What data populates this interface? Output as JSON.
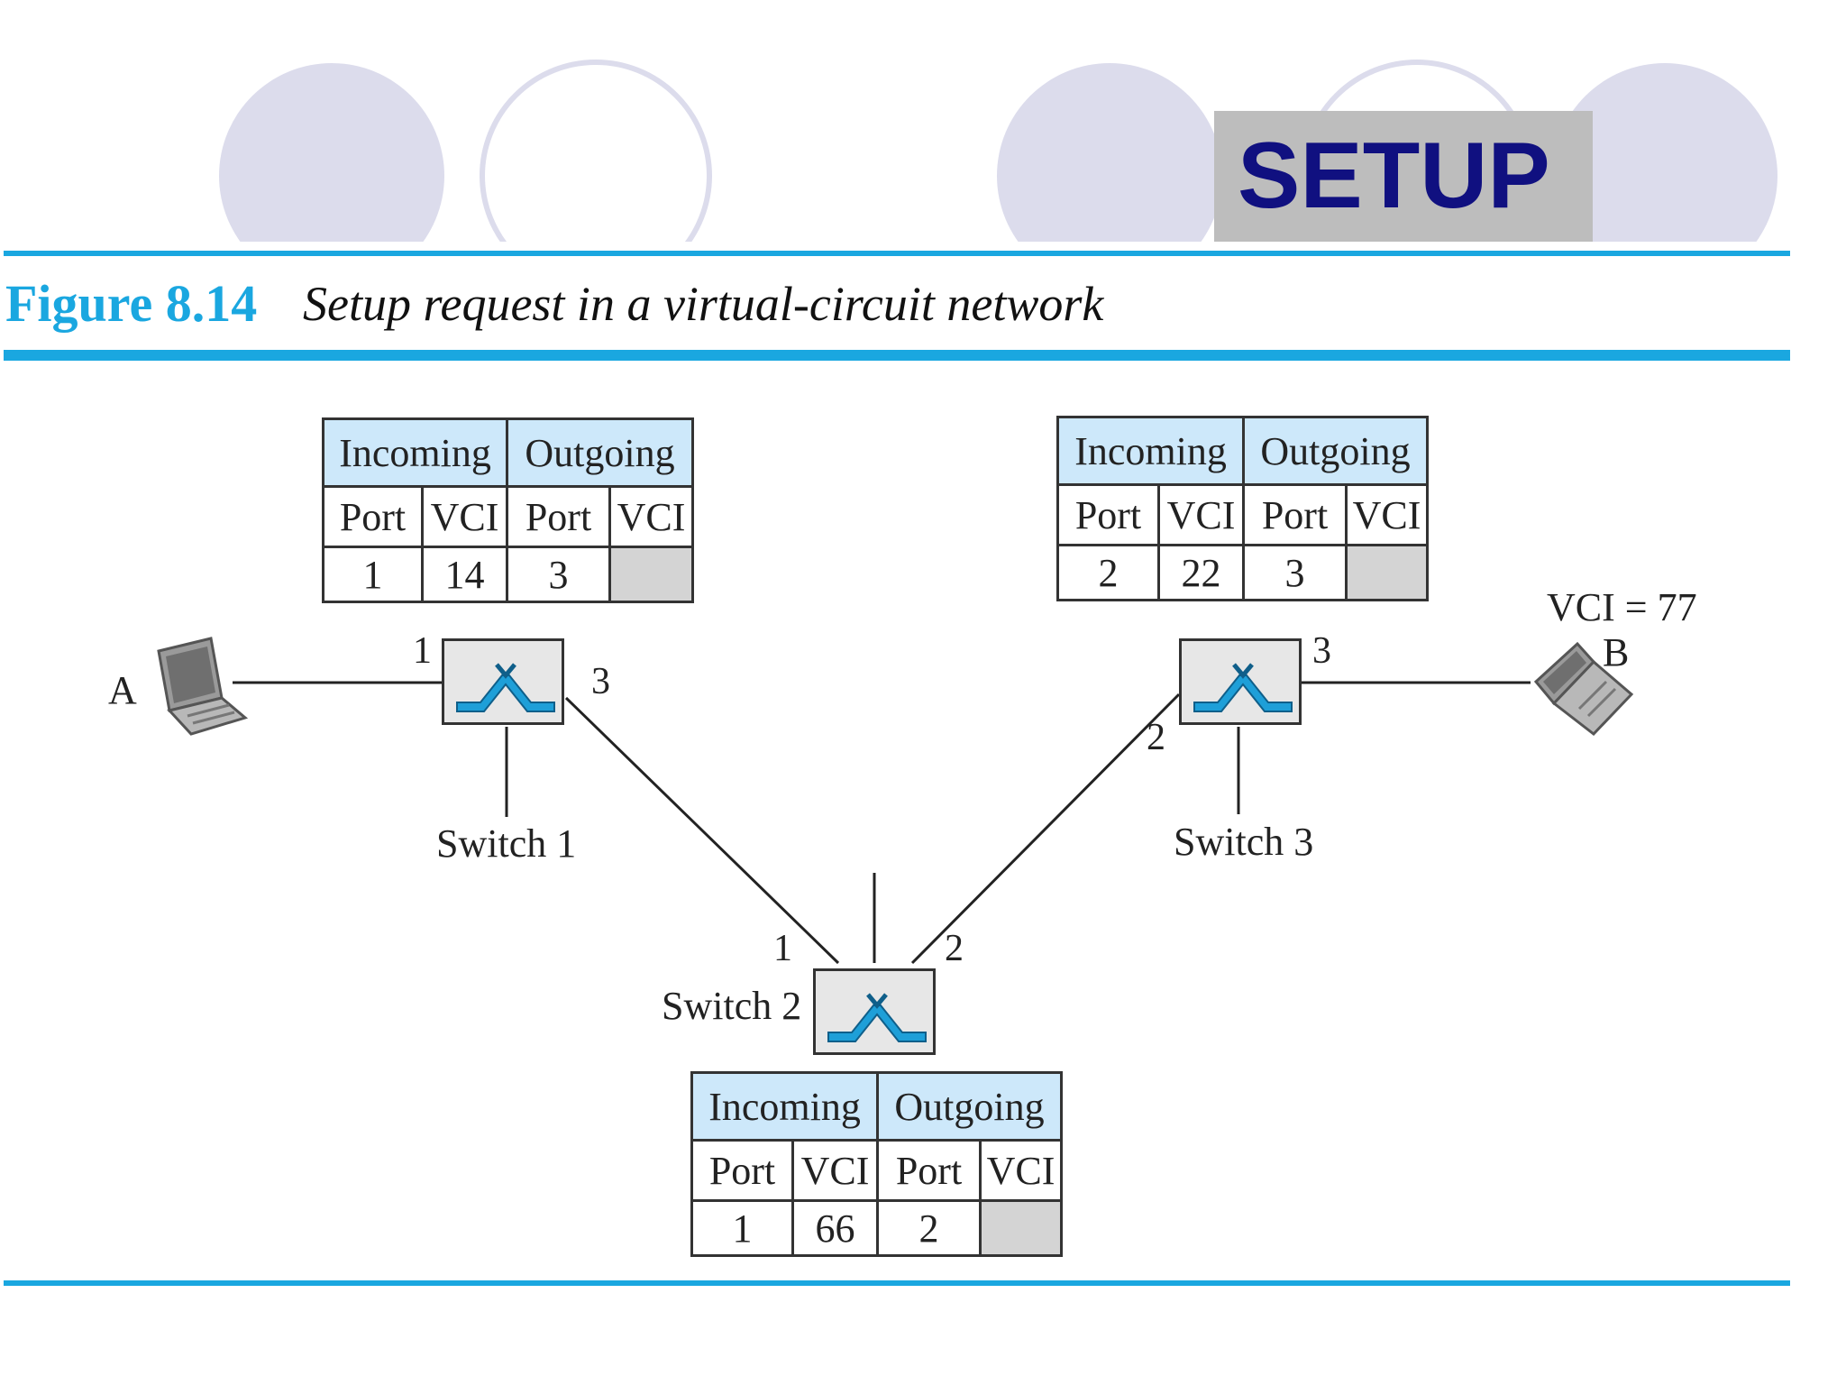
{
  "header": {
    "title": "SETUP"
  },
  "figure": {
    "label": "Figure 8.14",
    "caption": "Setup request in a virtual-circuit network"
  },
  "tables": {
    "switch1": {
      "incoming": "Incoming",
      "outgoing": "Outgoing",
      "cols": [
        "Port",
        "VCI",
        "Port",
        "VCI"
      ],
      "values": [
        "1",
        "14",
        "3",
        ""
      ]
    },
    "switch2": {
      "incoming": "Incoming",
      "outgoing": "Outgoing",
      "cols": [
        "Port",
        "VCI",
        "Port",
        "VCI"
      ],
      "values": [
        "1",
        "66",
        "2",
        ""
      ]
    },
    "switch3": {
      "incoming": "Incoming",
      "outgoing": "Outgoing",
      "cols": [
        "Port",
        "VCI",
        "Port",
        "VCI"
      ],
      "values": [
        "2",
        "22",
        "3",
        ""
      ]
    }
  },
  "nodes": {
    "host_a": "A",
    "host_b": "B",
    "vci_b": "VCI = 77",
    "switch1": {
      "name": "Switch 1",
      "port_in": "1",
      "port_out": "3"
    },
    "switch2": {
      "name": "Switch 2",
      "port_in": "1",
      "port_out": "2"
    },
    "switch3": {
      "name": "Switch 3",
      "port_in": "2",
      "port_out": "3"
    }
  },
  "colors": {
    "accent": "#1aa7e0",
    "title_text": "#101080",
    "table_header": "#cde8fa",
    "switch_symbol": "#1e9fd8"
  }
}
